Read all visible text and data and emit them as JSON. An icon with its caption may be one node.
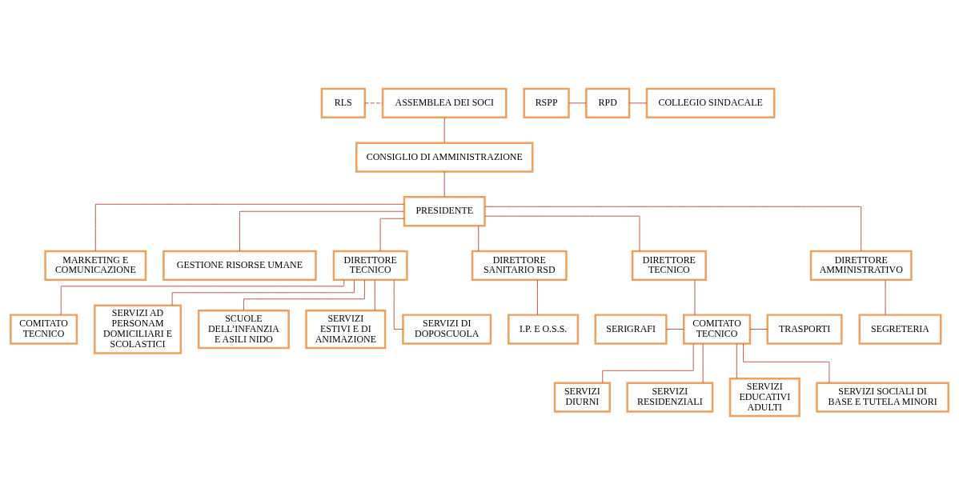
{
  "diagram": {
    "nodes": [
      {
        "text": [
          "RLS"
        ]
      },
      {
        "text": [
          "ASSEMBLEA DEI SOCI"
        ]
      },
      {
        "text": [
          "RSPP"
        ]
      },
      {
        "text": [
          "RPD"
        ]
      },
      {
        "text": [
          "COLLEGIO SINDACALE"
        ]
      },
      {
        "text": [
          "CONSIGLIO DI AMMINISTRAZIONE"
        ]
      },
      {
        "text": [
          "PRESIDENTE"
        ]
      },
      {
        "text": [
          "MARKETING E COMUNICAZIONE"
        ]
      },
      {
        "text": [
          "GESTIONE RISORSE UMANE"
        ]
      },
      {
        "text": [
          "DIRETTORE TECNICO"
        ]
      },
      {
        "text": [
          "DIRETTORE SANITARIO RSD"
        ]
      },
      {
        "text": [
          "DIRETTORE TECNICO"
        ]
      },
      {
        "text": [
          "DIRETTORE AMMINISTRATIVO"
        ]
      },
      {
        "text": [
          "COMITATO TECNICO"
        ]
      },
      {
        "text": [
          "I.P. E O.S.S."
        ]
      },
      {
        "text": [
          "SERIGRAFI"
        ]
      },
      {
        "text": [
          "COMITATO TECNICO"
        ]
      },
      {
        "text": [
          "TRASPORTI"
        ]
      },
      {
        "text": [
          "SEGRETERIA"
        ]
      },
      {
        "text": [
          "SERVIZI AD PERSONAM DOMICILIARI E SCOLASTICI"
        ]
      },
      {
        "text": [
          "SCUOLE DELL’INFANZIA E ASILI NIDO"
        ]
      },
      {
        "text": [
          "SERVIZI ESTIVI E DI ANIMAZIONE"
        ]
      },
      {
        "text": [
          "SERVIZI DI DOPOSCUOLA"
        ]
      },
      {
        "text": [
          "SERVIZI DIURNI"
        ]
      },
      {
        "text": [
          "SERVIZI RESIDENZIALI"
        ]
      },
      {
        "text": [
          "SERVIZI EDUCATIVI ADULTI"
        ]
      },
      {
        "text": [
          "SERVIZI SOCIALI DI BASE E TUTELA MINORI"
        ]
      }
    ],
    "edges": [
      {
        "from": 0,
        "to": 1,
        "arrow": "none",
        "style": "dashed"
      },
      {
        "from": 2,
        "to": 3,
        "arrow": "none"
      },
      {
        "from": 3,
        "to": 4,
        "arrow": "none"
      },
      {
        "from": 1,
        "to": 5,
        "arrow": "none"
      },
      {
        "from": 5,
        "to": 6,
        "arrow": "none"
      },
      {
        "from": 6,
        "to": 7,
        "arrow": "none"
      },
      {
        "from": 6,
        "to": 8,
        "arrow": "none"
      },
      {
        "from": 6,
        "to": 9,
        "arrow": "none"
      },
      {
        "from": 6,
        "to": 10,
        "arrow": "none"
      },
      {
        "from": 6,
        "to": 11,
        "arrow": "none"
      },
      {
        "from": 6,
        "to": 12,
        "arrow": "none"
      },
      {
        "from": 9,
        "to": 13,
        "arrow": "none"
      },
      {
        "from": 10,
        "to": 14,
        "arrow": "none"
      },
      {
        "from": 11,
        "to": 16,
        "arrow": "none"
      },
      {
        "from": 15,
        "to": 16,
        "arrow": "none"
      },
      {
        "from": 16,
        "to": 17,
        "arrow": "none"
      },
      {
        "from": 12,
        "to": 18,
        "arrow": "none"
      },
      {
        "from": 9,
        "to": 19,
        "arrow": "none"
      },
      {
        "from": 9,
        "to": 20,
        "arrow": "none"
      },
      {
        "from": 9,
        "to": 21,
        "arrow": "none"
      },
      {
        "from": 9,
        "to": 22,
        "arrow": "none"
      },
      {
        "from": 16,
        "to": 23,
        "arrow": "none"
      },
      {
        "from": 16,
        "to": 24,
        "arrow": "none"
      },
      {
        "from": 16,
        "to": 25,
        "arrow": "none"
      },
      {
        "from": 16,
        "to": 26,
        "arrow": "none"
      }
    ]
  }
}
